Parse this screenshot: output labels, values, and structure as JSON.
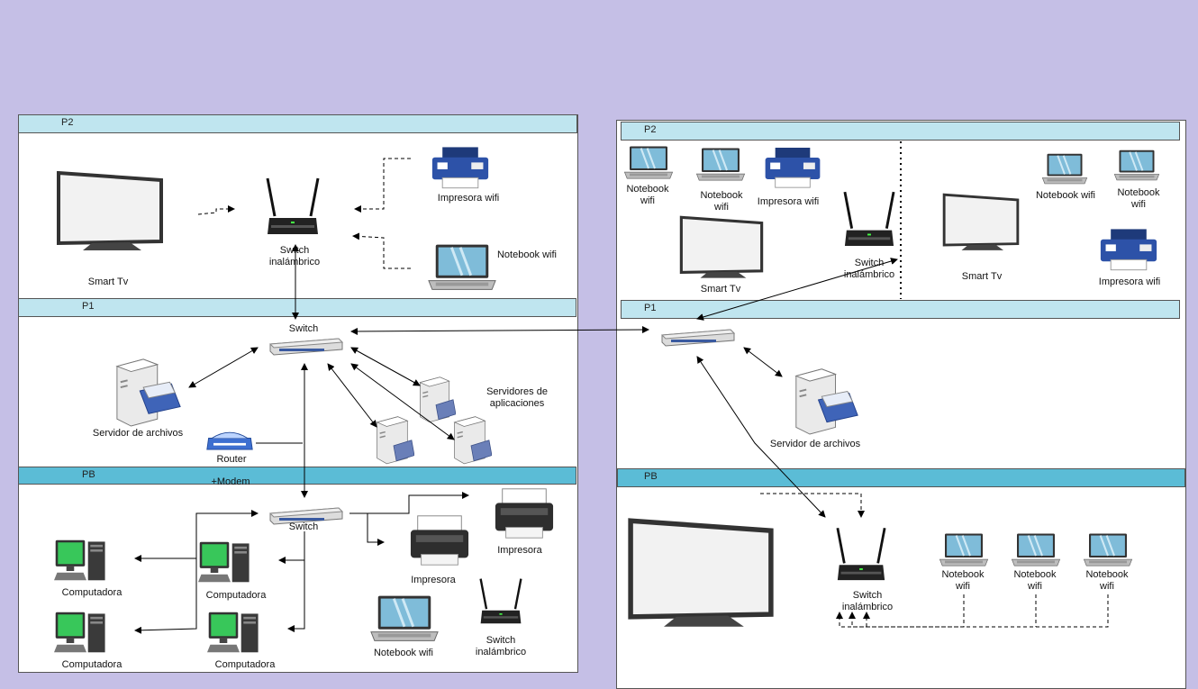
{
  "left": {
    "floors": {
      "p2": "P2",
      "p1": "P1",
      "pb": "PB"
    },
    "p2": {
      "smart_tv": "Smart Tv",
      "switch_wifi": "Switch\ninalámbrico",
      "printer": "Impresora wifi",
      "notebook": "Notebook wifi"
    },
    "p1": {
      "switch": "Switch",
      "file_server": "Servidor de archivos",
      "app_servers": "Servidores de\naplicaciones",
      "router": "Router",
      "modem": "+Modem"
    },
    "pb": {
      "switch": "Switch",
      "pc1": "Computadora",
      "pc2": "Computadora",
      "pc3": "Computadora",
      "pc4": "Computadora",
      "printer1": "Impresora",
      "printer2": "Impresora",
      "notebook": "Notebook wifi",
      "switch_wifi": "Switch\ninalámbrico"
    }
  },
  "right": {
    "floors": {
      "p2": "P2",
      "p1": "P1",
      "pb": "PB"
    },
    "p2": {
      "notebook1": "Notebook\nwifi",
      "notebook2": "Notebook\nwifi",
      "printer1": "Impresora wifi",
      "smart_tv1": "Smart Tv",
      "switch_wifi": "Switch\ninalámbrico",
      "smart_tv2": "Smart Tv",
      "notebook3": "Notebook wifi",
      "notebook4": "Notebook\nwifi",
      "printer2": "Impresora wifi"
    },
    "p1": {
      "file_server": "Servidor de archivos"
    },
    "pb": {
      "switch_wifi": "Switch\ninalámbrico",
      "notebook1": "Notebook\nwifi",
      "notebook2": "Notebook\nwifi",
      "notebook3": "Notebook\nwifi"
    }
  },
  "colors": {
    "background": "#c5bfe6",
    "floor_bar_light": "#bfe5ef",
    "floor_bar_dark": "#5bbcd6",
    "screen": "#7fbcd9",
    "pc_screen": "#38c75a"
  }
}
